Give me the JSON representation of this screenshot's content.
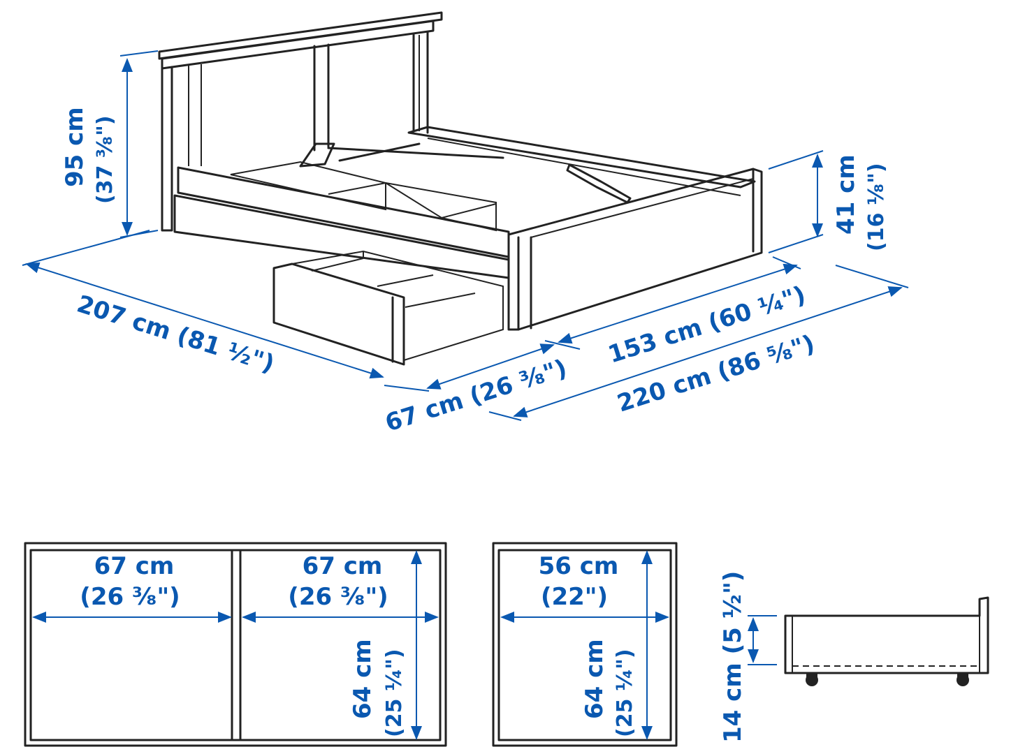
{
  "colors": {
    "dimension": "#0a58b0",
    "outline": "#222222",
    "background": "#ffffff"
  },
  "bed": {
    "height_cm": "95 cm",
    "height_in": "(37 ³⁄₈\")",
    "side_height_cm": "41 cm",
    "side_height_in": "(16 ¹⁄₈\")",
    "length_cm": "207 cm (81 ¹⁄₂\")",
    "width_153": "153 cm (60 ¹⁄₄\")",
    "width_220": "220 cm (86 ⁵⁄₈\")",
    "drawer_ext": "67 cm (26 ³⁄₈\")"
  },
  "storage_box_left": {
    "width_cm": "67 cm",
    "width_in": "(26 ³⁄₈\")"
  },
  "storage_box_right": {
    "width_cm": "67 cm",
    "width_in": "(26 ³⁄₈\")",
    "depth_cm": "64 cm",
    "depth_in": "(25 ¹⁄₄\")"
  },
  "drawer_top": {
    "width_cm": "56 cm",
    "width_in": "(22\")",
    "depth_cm": "64 cm",
    "depth_in": "(25 ¹⁄₄\")"
  },
  "drawer_side": {
    "height": "14 cm (5 ¹⁄₂\")"
  }
}
